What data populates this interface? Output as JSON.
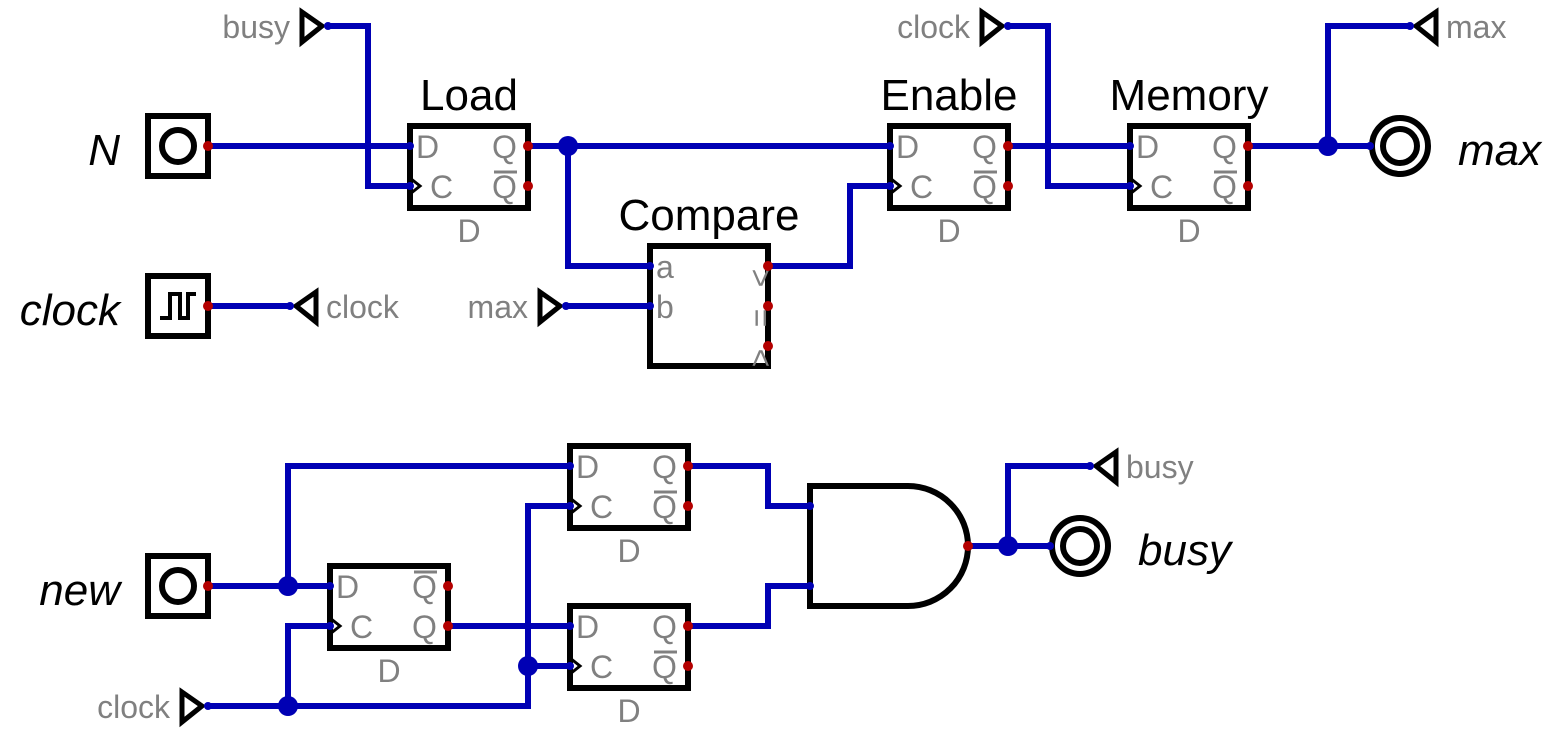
{
  "inputs": {
    "n": "N",
    "clock": "clock",
    "new": "new"
  },
  "outputs": {
    "max": "max",
    "busy": "busy"
  },
  "blocks": {
    "load": "Load",
    "enable": "Enable",
    "memory": "Memory",
    "compare": "Compare"
  },
  "ff": {
    "type": "D",
    "d": "D",
    "c": "C",
    "q": "Q",
    "qn": "Q"
  },
  "compare_ports": {
    "a": "a",
    "b": "b",
    "gt": ">",
    "eq": "=",
    "lt": "<"
  },
  "tunnels": {
    "busy": "busy",
    "clock": "clock",
    "max": "max"
  }
}
